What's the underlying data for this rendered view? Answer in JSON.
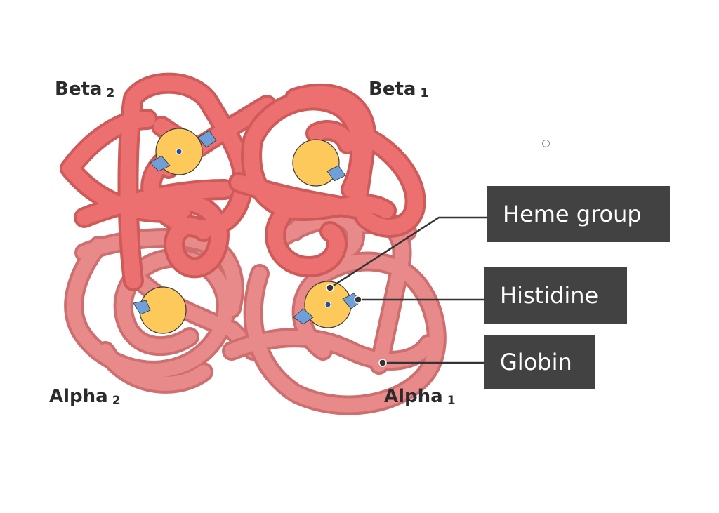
{
  "subunits": {
    "beta2": {
      "name": "Beta",
      "sub": "2"
    },
    "beta1": {
      "name": "Beta",
      "sub": "1"
    },
    "alpha2": {
      "name": "Alpha",
      "sub": "2"
    },
    "alpha1": {
      "name": "Alpha",
      "sub": "1"
    }
  },
  "callouts": {
    "heme": "Heme group",
    "histidine": "Histidine",
    "globin": "Globin"
  },
  "colors": {
    "globin": "#e86a6a",
    "globin_light": "#e98a8a",
    "globin_edge": "#cf5a5a",
    "heme": "#fcc95a",
    "histidine": "#6f9fd8",
    "callout_bg": "#424242",
    "leader": "#333333"
  }
}
